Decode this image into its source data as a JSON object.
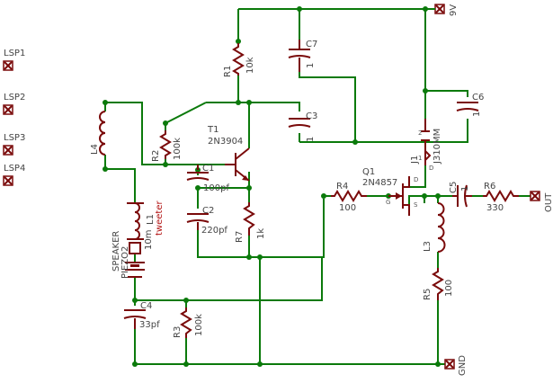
{
  "ports": {
    "lsp1": "LSP1",
    "lsp2": "LSP2",
    "lsp3": "LSP3",
    "lsp4": "LSP4",
    "vcc": "9V",
    "gnd": "GND",
    "out": "OUT"
  },
  "parts": {
    "r1": {
      "name": "R1",
      "value": "10k"
    },
    "r2": {
      "name": "R2",
      "value": "100k"
    },
    "r3": {
      "name": "R3",
      "value": "100k"
    },
    "r4": {
      "name": "R4",
      "value": "100"
    },
    "r5": {
      "name": "R5",
      "value": "100"
    },
    "r6": {
      "name": "R6",
      "value": "330"
    },
    "r7": {
      "name": "R7",
      "value": "1k"
    },
    "c1": {
      "name": "C1",
      "value": "100pf"
    },
    "c2": {
      "name": "C2",
      "value": "220pf"
    },
    "c3": {
      "name": "C3",
      "value": "1"
    },
    "c4": {
      "name": "C4",
      "value": "33pf"
    },
    "c5": {
      "name": "C5",
      "value": "1"
    },
    "c6": {
      "name": "C6",
      "value": "1"
    },
    "c7": {
      "name": "C7",
      "value": "1"
    },
    "l1": {
      "name": "L1",
      "value": "10m"
    },
    "l3": {
      "name": "L3"
    },
    "l4": {
      "name": "L4"
    },
    "t1": {
      "name": "T1",
      "value": "2N3904"
    },
    "q1": {
      "name": "Q1",
      "value": "2N4857"
    },
    "j1": {
      "name": "J1",
      "value": "J310MM"
    },
    "spk": {
      "name": "SPEAKER",
      "value": "tweeter",
      "ident": "PIEZO2"
    }
  },
  "pins": {
    "one": "1",
    "two": "2",
    "d": "D",
    "g": "G",
    "s": "S"
  }
}
